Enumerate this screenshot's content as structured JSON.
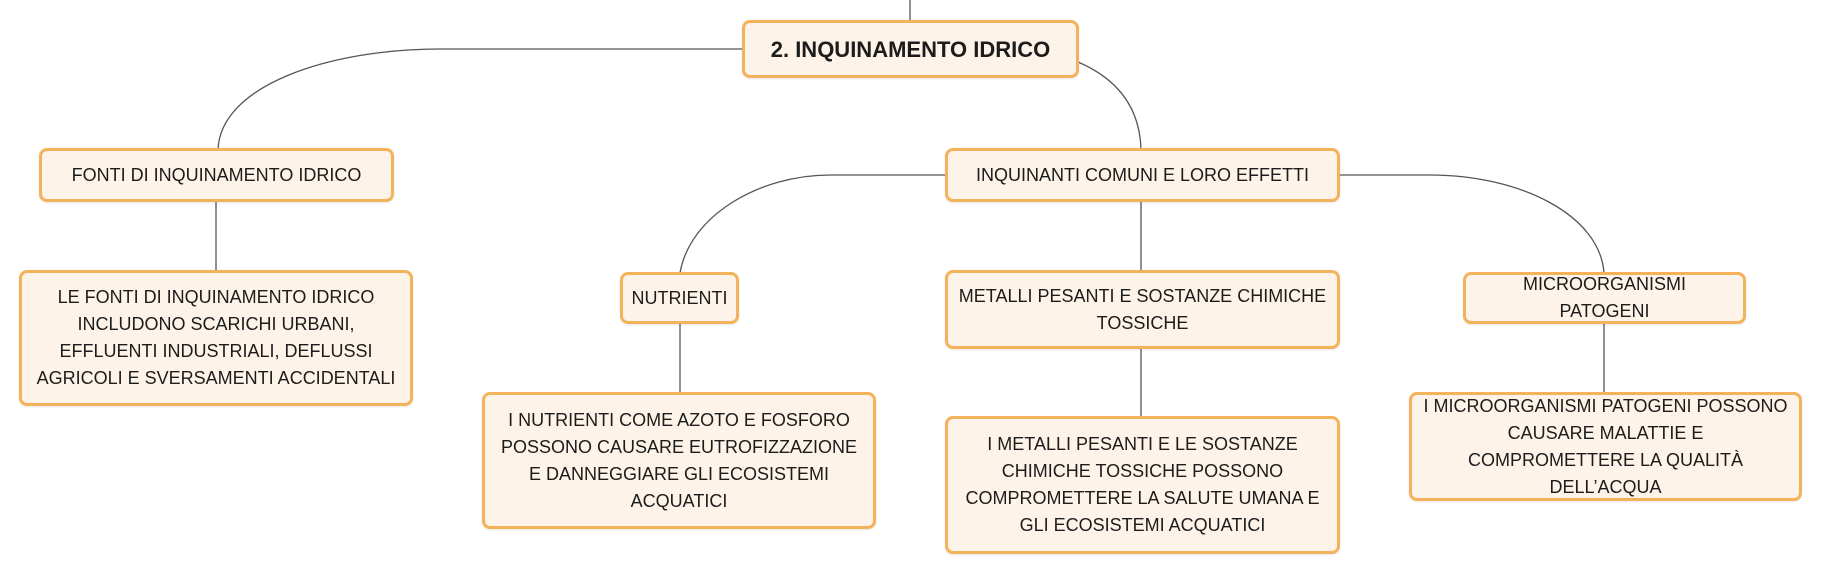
{
  "colors": {
    "node_fill": "#fef3e8",
    "node_border": "#f4b25b",
    "connector": "#555555",
    "text": "#1c1c1c"
  },
  "mindmap": {
    "root": {
      "label": "2. INQUINAMENTO IDRICO"
    },
    "branches": {
      "fonti": {
        "label": "FONTI DI INQUINAMENTO IDRICO",
        "detail": "LE FONTI DI INQUINAMENTO IDRICO INCLUDONO SCARICHI URBANI, EFFLUENTI INDUSTRIALI, DEFLUSSI AGRICOLI E SVERSAMENTI ACCIDENTALI"
      },
      "inquinanti": {
        "label": "INQUINANTI COMUNI E LORO EFFETTI",
        "nutrienti": {
          "label": "NUTRIENTI",
          "detail": "I NUTRIENTI COME AZOTO E FOSFORO POSSONO CAUSARE EUTROFIZZAZIONE E DANNEGGIARE GLI ECOSISTEMI ACQUATICI"
        },
        "metalli": {
          "label": "METALLI PESANTI E SOSTANZE CHIMICHE TOSSICHE",
          "detail": "I METALLI PESANTI E LE SOSTANZE CHIMICHE TOSSICHE POSSONO COMPROMETTERE LA SALUTE UMANA E GLI ECOSISTEMI ACQUATICI"
        },
        "microrganismi": {
          "label": "MICROORGANISMI PATOGENI",
          "detail": "I MICROORGANISMI PATOGENI POSSONO CAUSARE MALATTIE E COMPROMETTERE LA QUALITÀ DELL’ACQUA"
        }
      }
    }
  }
}
